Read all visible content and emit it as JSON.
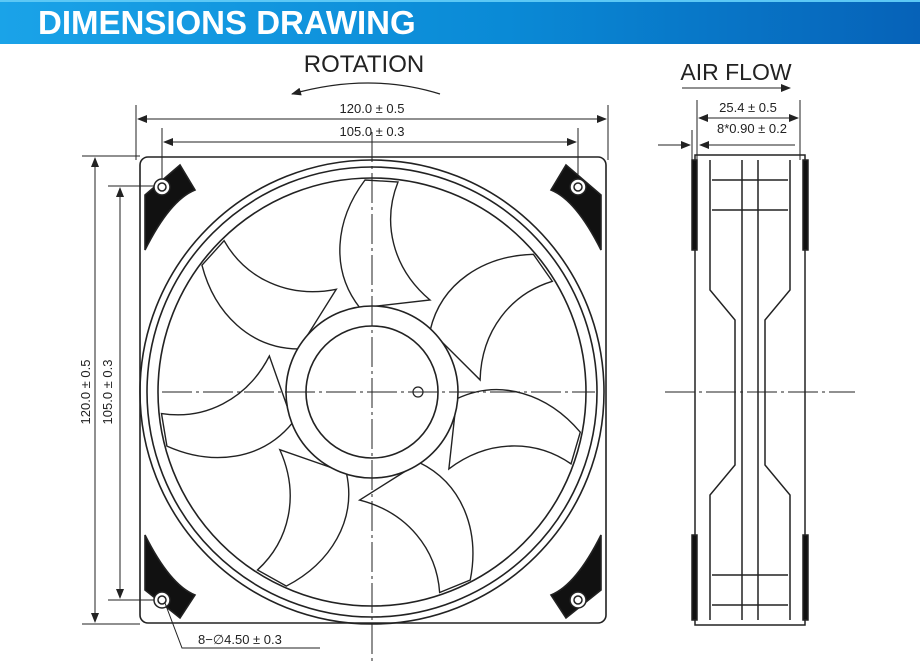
{
  "header": {
    "title": "DIMENSIONS DRAWING"
  },
  "front_view": {
    "rotation_label": "ROTATION",
    "overall_width": "120.0 ± 0.5",
    "hole_spacing_width": "105.0 ± 0.3",
    "overall_height": "120.0 ± 0.5",
    "hole_spacing_height": "105.0 ± 0.3",
    "mount_holes": "8−∅4.50 ± 0.3"
  },
  "side_view": {
    "airflow_label": "AIR FLOW",
    "thickness": "25.4 ± 0.5",
    "flange_thickness": "8*0.90 ± 0.2"
  },
  "colors": {
    "header_start": "#1aa3e8",
    "header_end": "#0662b8",
    "line": "#222222"
  }
}
